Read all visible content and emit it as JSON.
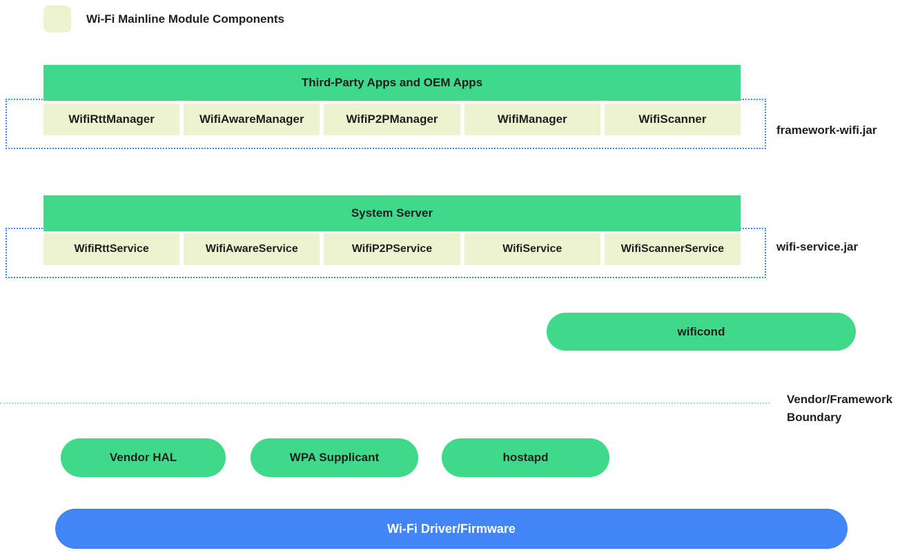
{
  "legend": {
    "label": "Wi-Fi Mainline Module Components"
  },
  "framework_group": {
    "header": "Third-Party Apps and OEM Apps",
    "items": [
      "WifiRttManager",
      "WifiAwareManager",
      "WifiP2PManager",
      "WifiManager",
      "WifiScanner"
    ],
    "jar_label": "framework-wifi.jar"
  },
  "system_group": {
    "header": "System Server",
    "items": [
      "WifiRttService",
      "WifiAwareService",
      "WifiP2PService",
      "WifiService",
      "WifiScannerService"
    ],
    "jar_label": "wifi-service.jar"
  },
  "wificond_label": "wificond",
  "boundary_label": "Vendor/Framework Boundary",
  "vendor_components": [
    "Vendor HAL",
    "WPA Supplicant",
    "hostapd"
  ],
  "driver_label": "Wi-Fi Driver/Firmware",
  "colors": {
    "module_green": "#3fd98a",
    "component_pale": "#eef3cf",
    "driver_blue": "#4285f4",
    "jar_border_blue": "#4285f4",
    "boundary_line_green": "#9fdcc2"
  }
}
